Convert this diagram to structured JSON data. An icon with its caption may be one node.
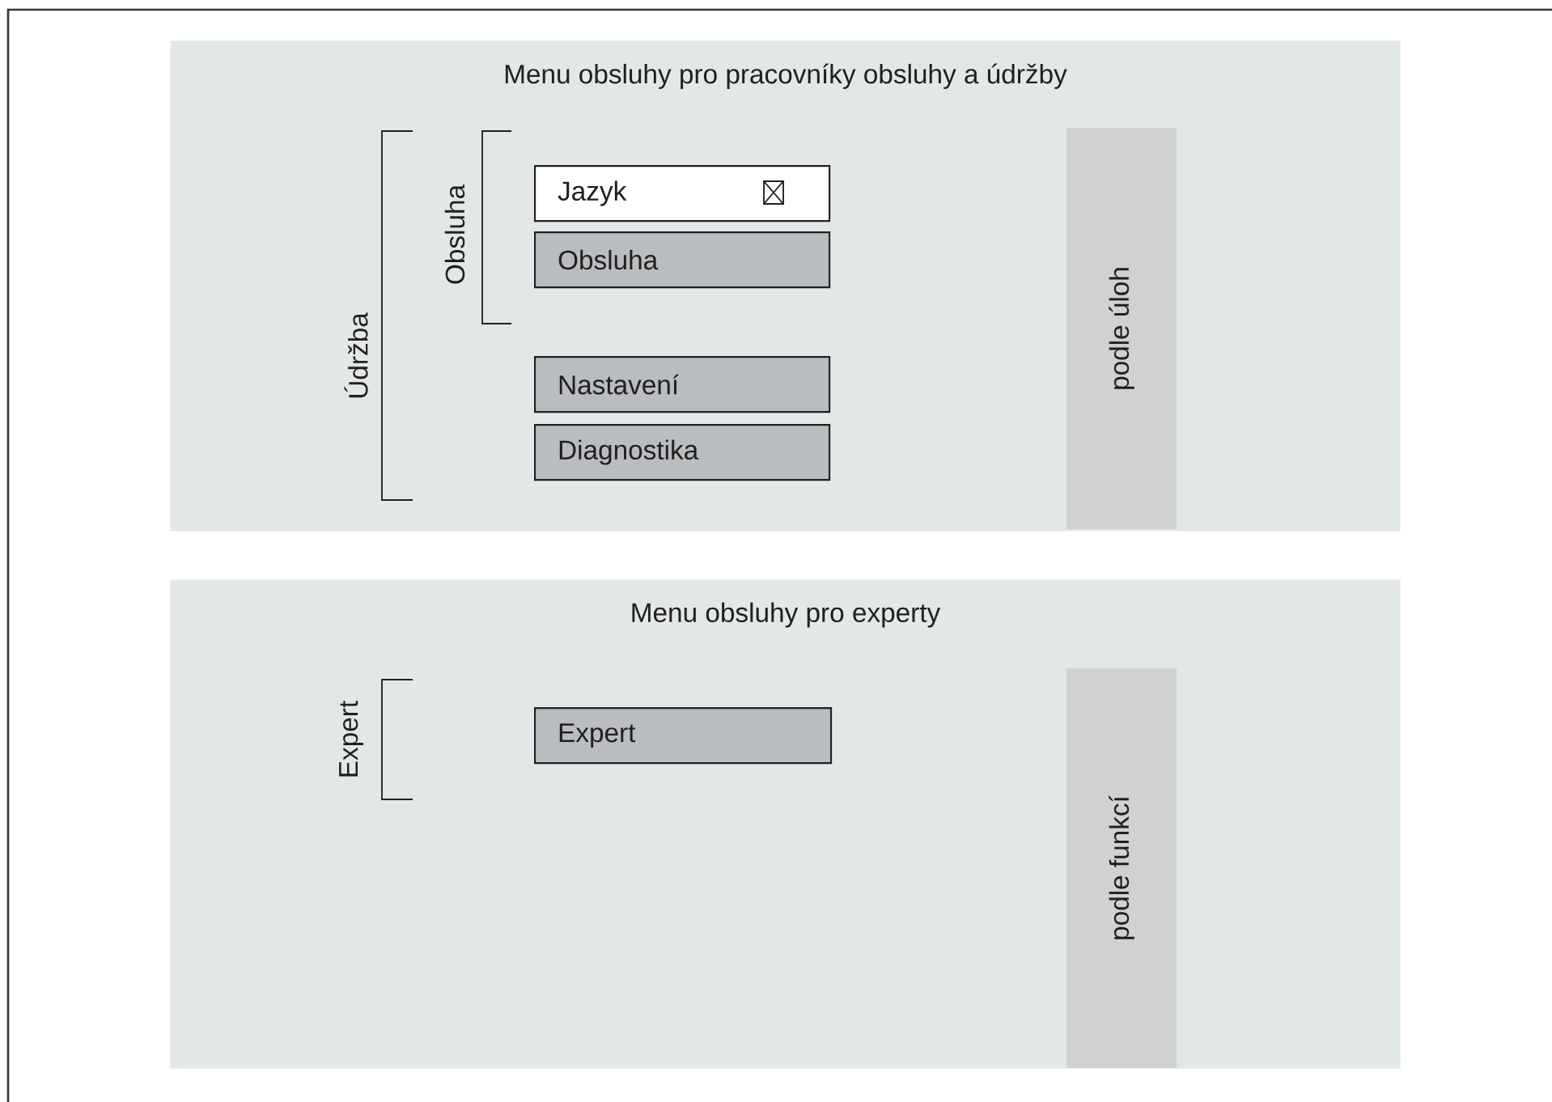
{
  "diagram": {
    "nodes": [
      {
        "text": [
          "Menu obsluhy pro pracovníky obsluhy a údržby"
        ]
      },
      {
        "text": [
          "Jazyk"
        ],
        "in": 0
      },
      {
        "text": [
          "Obsluha"
        ],
        "in": 0
      },
      {
        "text": [
          "Nastavení"
        ],
        "in": 0
      },
      {
        "text": [
          "Diagnostika"
        ],
        "in": 0
      },
      {
        "text": [
          "podle úloh"
        ],
        "in": 0
      },
      {
        "text": [
          "Menu obsluhy pro experty"
        ]
      },
      {
        "text": [
          "Expert"
        ],
        "in": 6
      },
      {
        "text": [
          "podle funkcí"
        ],
        "in": 6
      }
    ],
    "labels": [
      "Údržba",
      "Obsluha",
      "Expert"
    ]
  }
}
